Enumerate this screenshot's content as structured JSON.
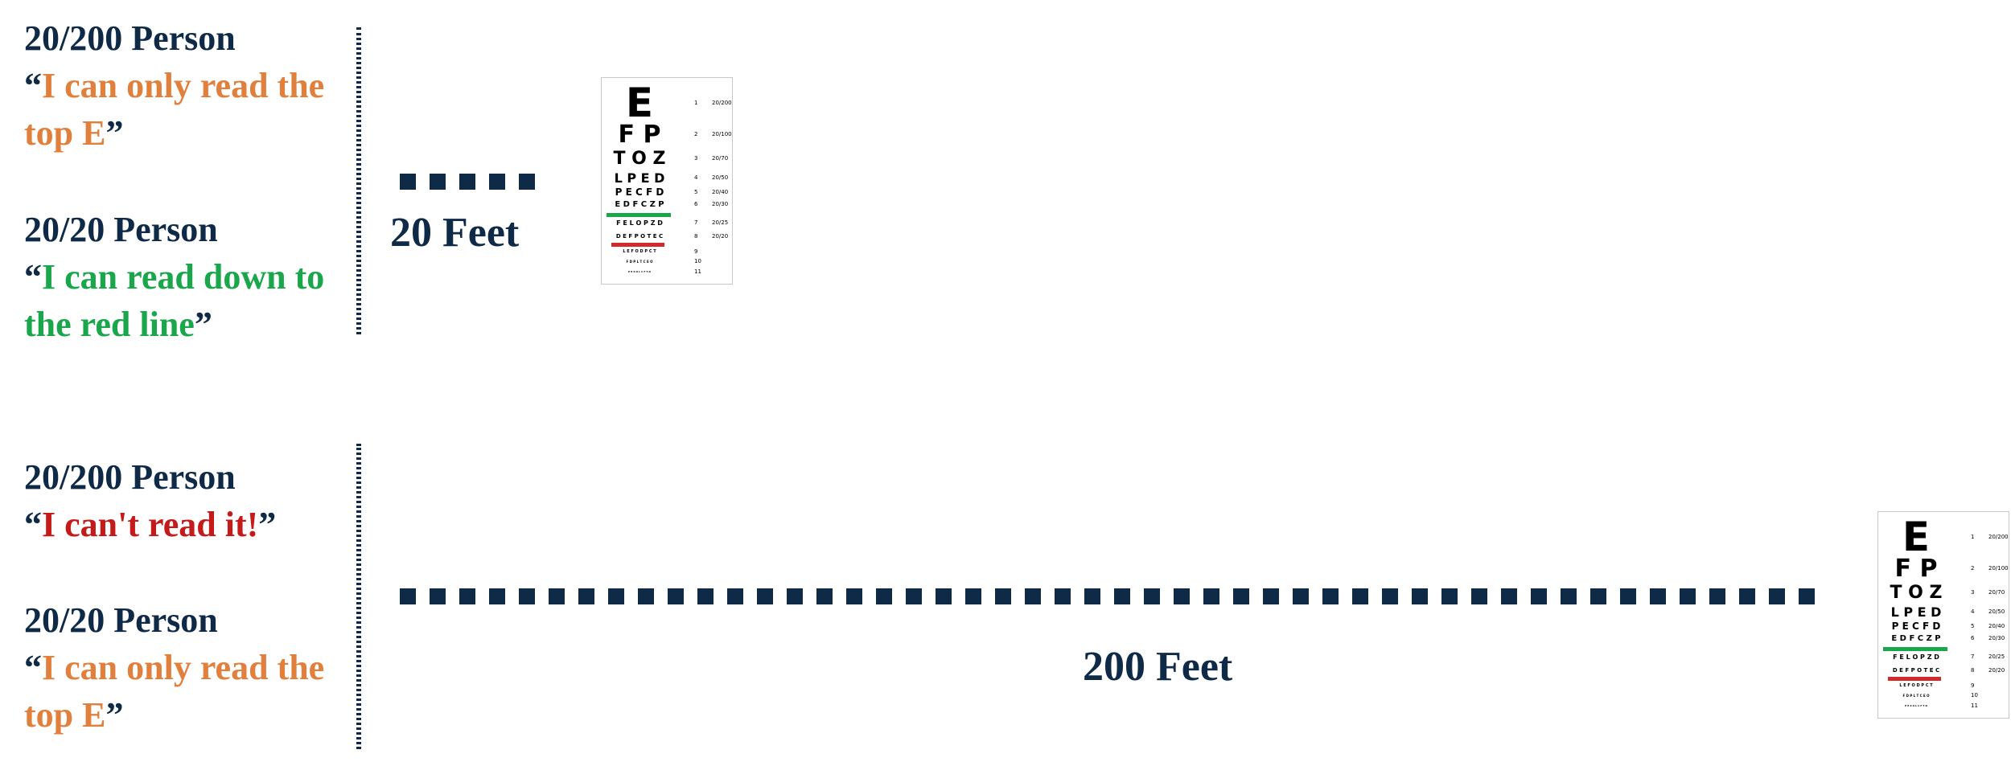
{
  "top": {
    "person_a": {
      "title": "20/200 Person",
      "open": "“",
      "quote": "I can only read the top E",
      "close": "”",
      "color": "#e0803c"
    },
    "person_b": {
      "title": "20/20 Person",
      "open": "“",
      "quote": "I can read down to the red line",
      "close": "”",
      "color": "#1aa64a"
    },
    "distance_label": "20 Feet"
  },
  "bottom": {
    "person_a": {
      "title": "20/200 Person",
      "open": "“",
      "quote": "I can't read it!",
      "close": "”",
      "color": "#c41a1a"
    },
    "person_b": {
      "title": "20/20 Person",
      "open": "“",
      "quote": "I can only read the top E",
      "close": "”",
      "color": "#e0803c"
    },
    "distance_label": "200 Feet"
  },
  "eye_chart": {
    "rows": [
      {
        "letters": "E",
        "line": "1",
        "acuity": "20/200"
      },
      {
        "letters": "F P",
        "line": "2",
        "acuity": "20/100"
      },
      {
        "letters": "T O Z",
        "line": "3",
        "acuity": "20/70"
      },
      {
        "letters": "L P E D",
        "line": "4",
        "acuity": "20/50"
      },
      {
        "letters": "P E C F D",
        "line": "5",
        "acuity": "20/40"
      },
      {
        "letters": "E D F C Z P",
        "line": "6",
        "acuity": "20/30"
      },
      {
        "letters": "F E L O P Z D",
        "line": "7",
        "acuity": "20/25"
      },
      {
        "letters": "D E F P O T E C",
        "line": "8",
        "acuity": "20/20"
      },
      {
        "letters": "L E F O D P C T",
        "line": "9",
        "acuity": ""
      },
      {
        "letters": "F D P L T C E O",
        "line": "10",
        "acuity": ""
      },
      {
        "letters": "P E Z O L C F T D",
        "line": "11",
        "acuity": ""
      }
    ],
    "green_line_color": "#1aa64a",
    "red_line_color": "#d22a2a"
  }
}
